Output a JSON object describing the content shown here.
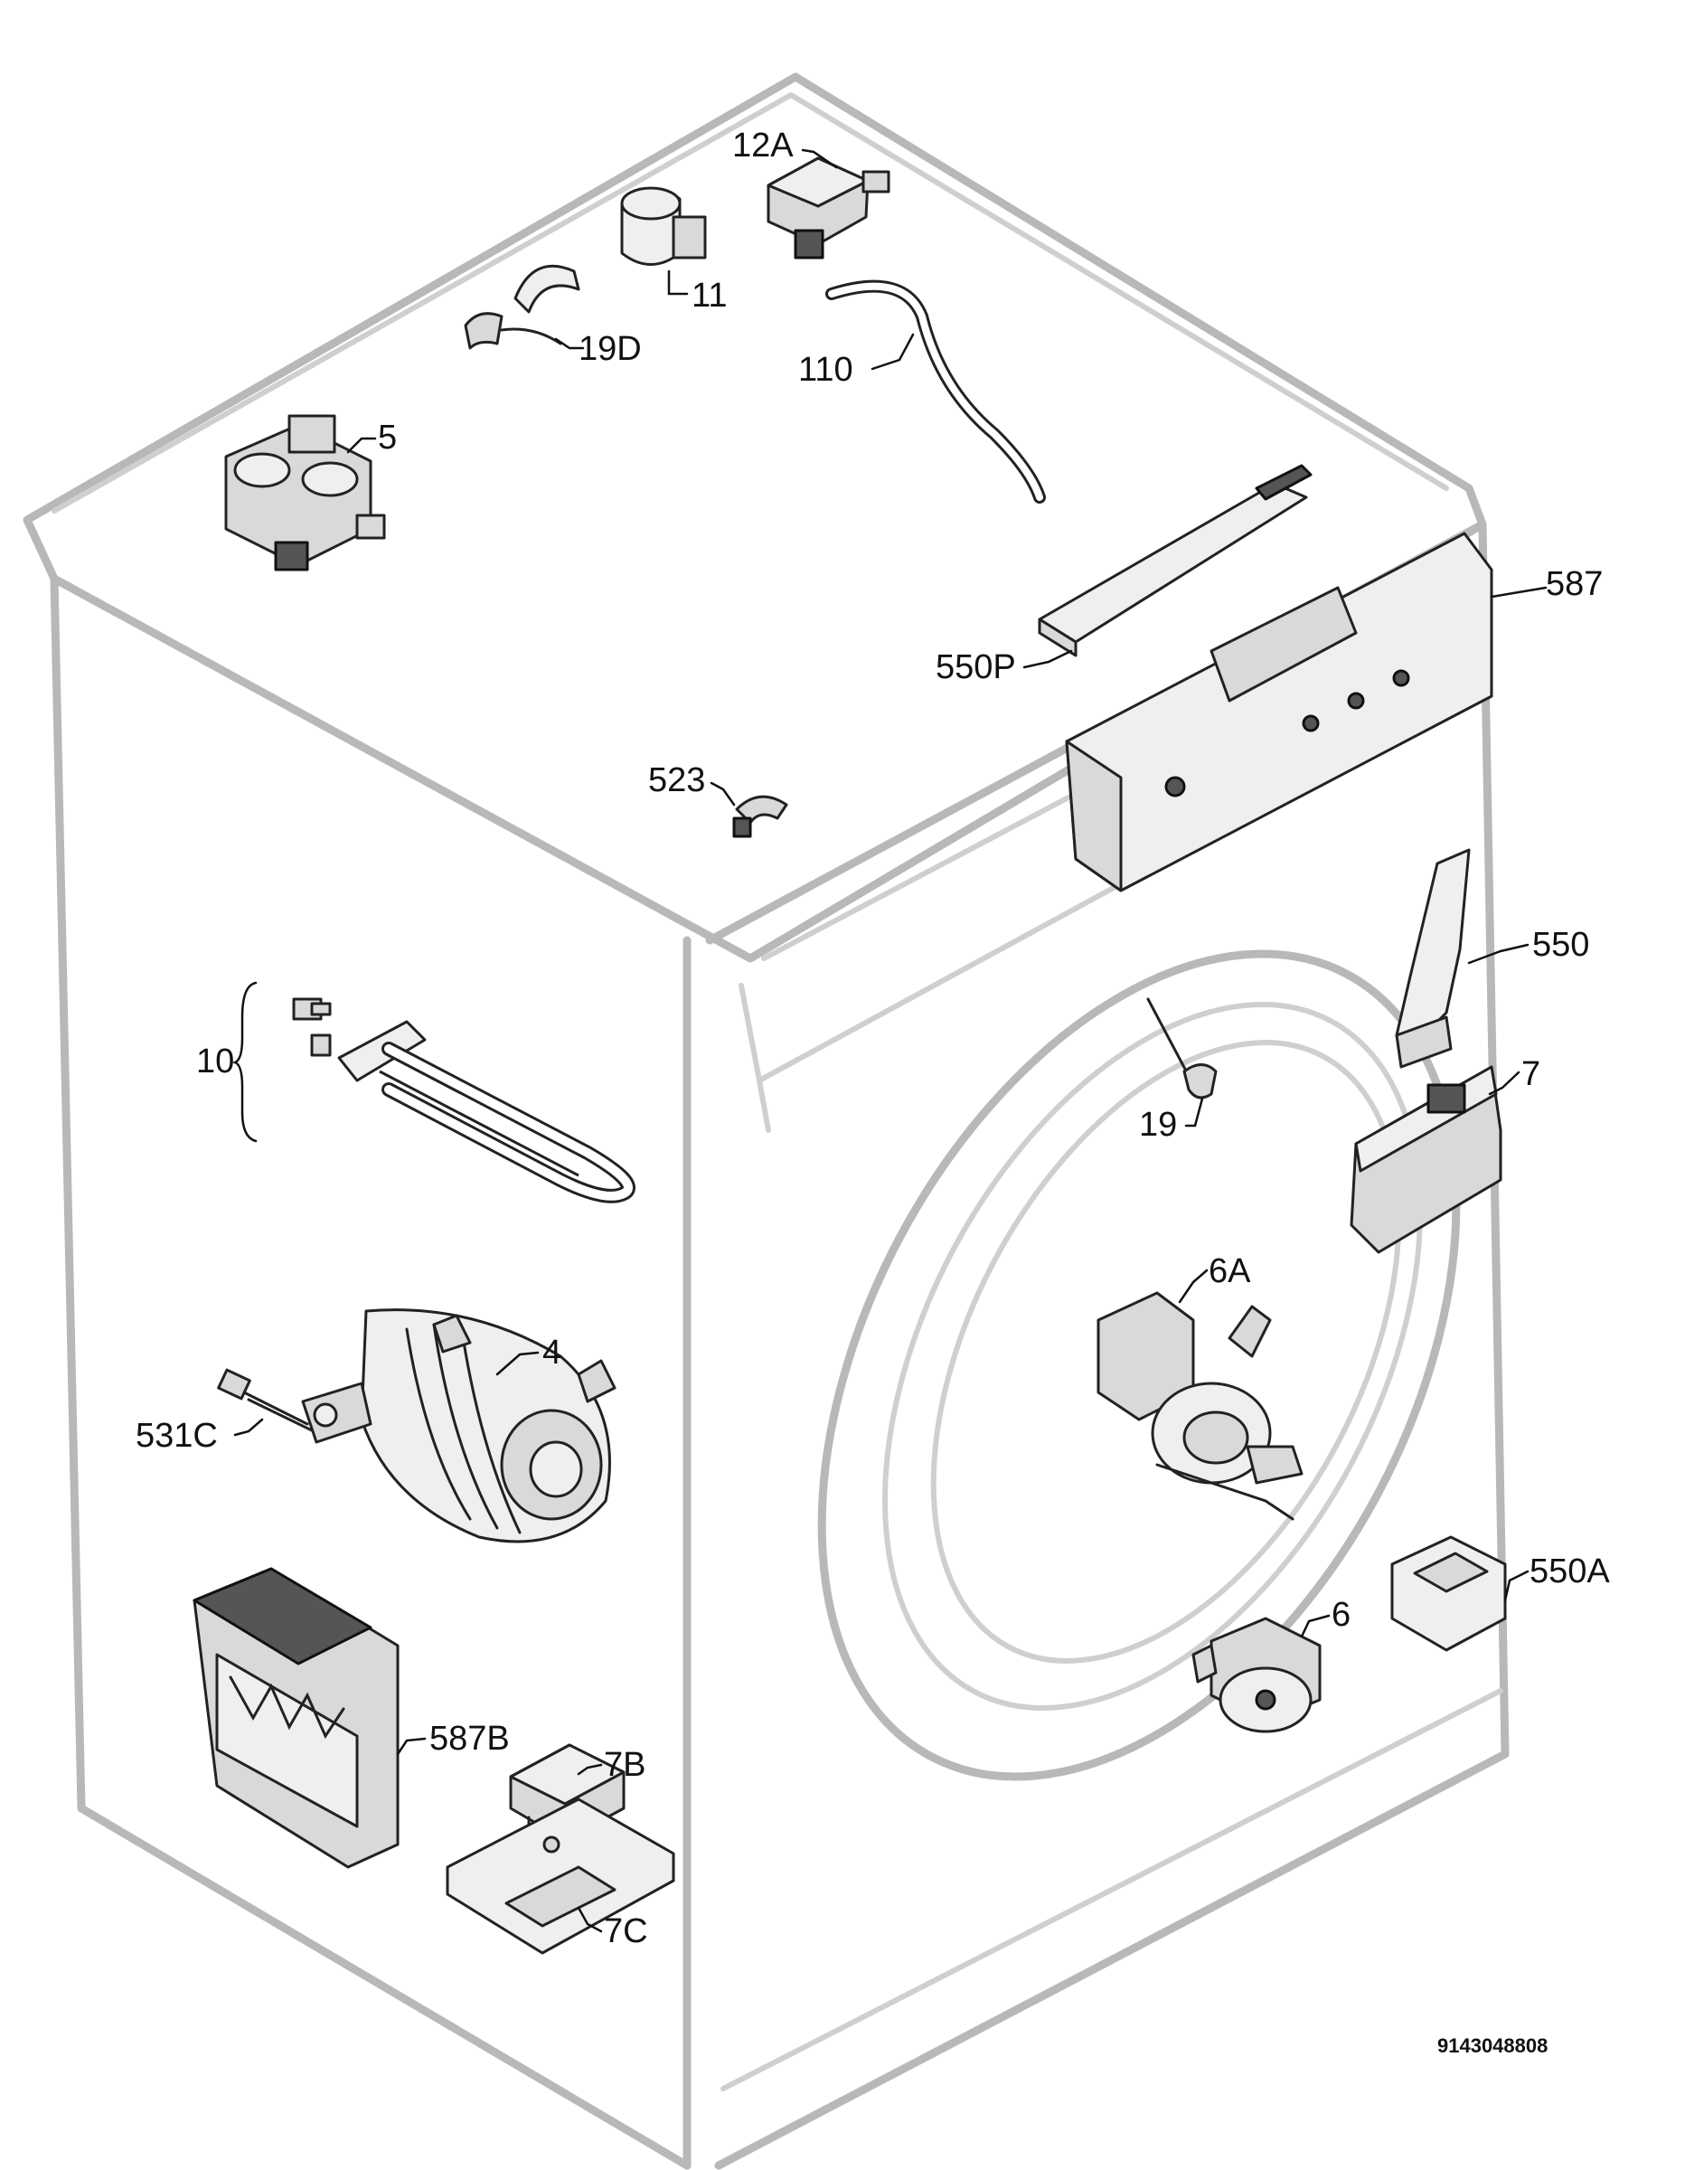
{
  "diagram": {
    "document_id": "9143048808",
    "callouts": [
      {
        "id": "12A",
        "label": "12A"
      },
      {
        "id": "11",
        "label": "11"
      },
      {
        "id": "19D",
        "label": "19D"
      },
      {
        "id": "110",
        "label": "110"
      },
      {
        "id": "5",
        "label": "5"
      },
      {
        "id": "587",
        "label": "587"
      },
      {
        "id": "550P",
        "label": "550P"
      },
      {
        "id": "523",
        "label": "523"
      },
      {
        "id": "550",
        "label": "550"
      },
      {
        "id": "10",
        "label": "10"
      },
      {
        "id": "7",
        "label": "7"
      },
      {
        "id": "19",
        "label": "19"
      },
      {
        "id": "6A",
        "label": "6A"
      },
      {
        "id": "4",
        "label": "4"
      },
      {
        "id": "531C",
        "label": "531C"
      },
      {
        "id": "550A",
        "label": "550A"
      },
      {
        "id": "6",
        "label": "6"
      },
      {
        "id": "587B",
        "label": "587B"
      },
      {
        "id": "7B",
        "label": "7B"
      },
      {
        "id": "7C",
        "label": "7C"
      }
    ]
  }
}
